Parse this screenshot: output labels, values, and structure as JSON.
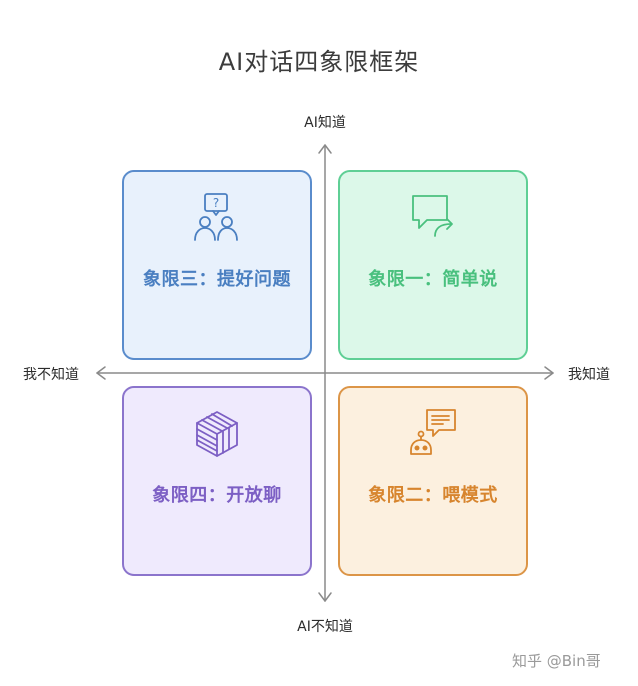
{
  "title": "AI对话四象限框架",
  "axes": {
    "top": "AI知道",
    "bottom": "AI不知道",
    "left": "我不知道",
    "right": "我知道"
  },
  "quadrants": {
    "top_left": {
      "label": "象限三：提好问题",
      "icon": "question-people-icon",
      "color": "#5a8ccc"
    },
    "top_right": {
      "label": "象限一：简单说",
      "icon": "chat-reply-icon",
      "color": "#5fcf95"
    },
    "bottom_left": {
      "label": "象限四：开放聊",
      "icon": "cube-icon",
      "color": "#8b74cc"
    },
    "bottom_right": {
      "label": "象限二：喂模式",
      "icon": "robot-message-icon",
      "color": "#dc9547"
    }
  },
  "watermark": "知乎 @Bin哥"
}
